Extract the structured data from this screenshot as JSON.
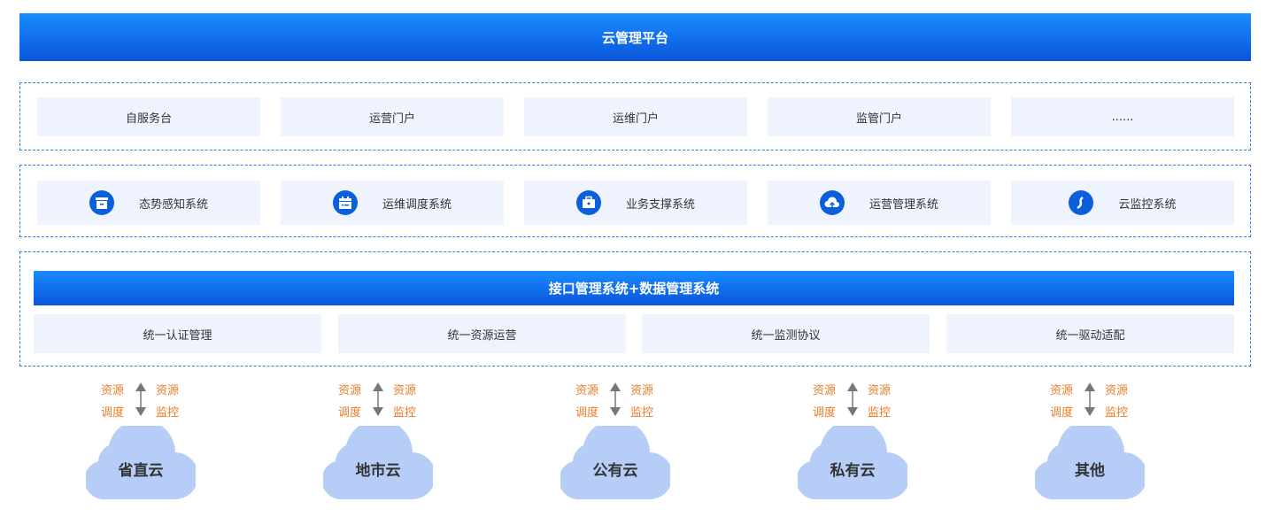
{
  "title": "云管理平台",
  "portals": [
    "自服务台",
    "运营门户",
    "运维门户",
    "监管门户",
    "......"
  ],
  "systems": [
    {
      "label": "态势感知系统",
      "icon": "archive-icon"
    },
    {
      "label": "运维调度系统",
      "icon": "calendar-icon"
    },
    {
      "label": "业务支撑系统",
      "icon": "briefcase-icon"
    },
    {
      "label": "运营管理系统",
      "icon": "cloud-upload-icon"
    },
    {
      "label": "云监控系统",
      "icon": "monitor-icon"
    }
  ],
  "interface_title": "接口管理系统+数据管理系统",
  "unified": [
    "统一认证管理",
    "统一资源运营",
    "统一监测协议",
    "统一驱动适配"
  ],
  "flow_labels": {
    "left_top": "资源",
    "left_bottom": "调度",
    "right_top": "资源",
    "right_bottom": "监控"
  },
  "clouds": [
    "省直云",
    "地市云",
    "公有云",
    "私有云",
    "其他"
  ],
  "colors": {
    "accent": "#0a5fdc",
    "orange": "#f07a22",
    "cloud": "#b5cdf7"
  }
}
